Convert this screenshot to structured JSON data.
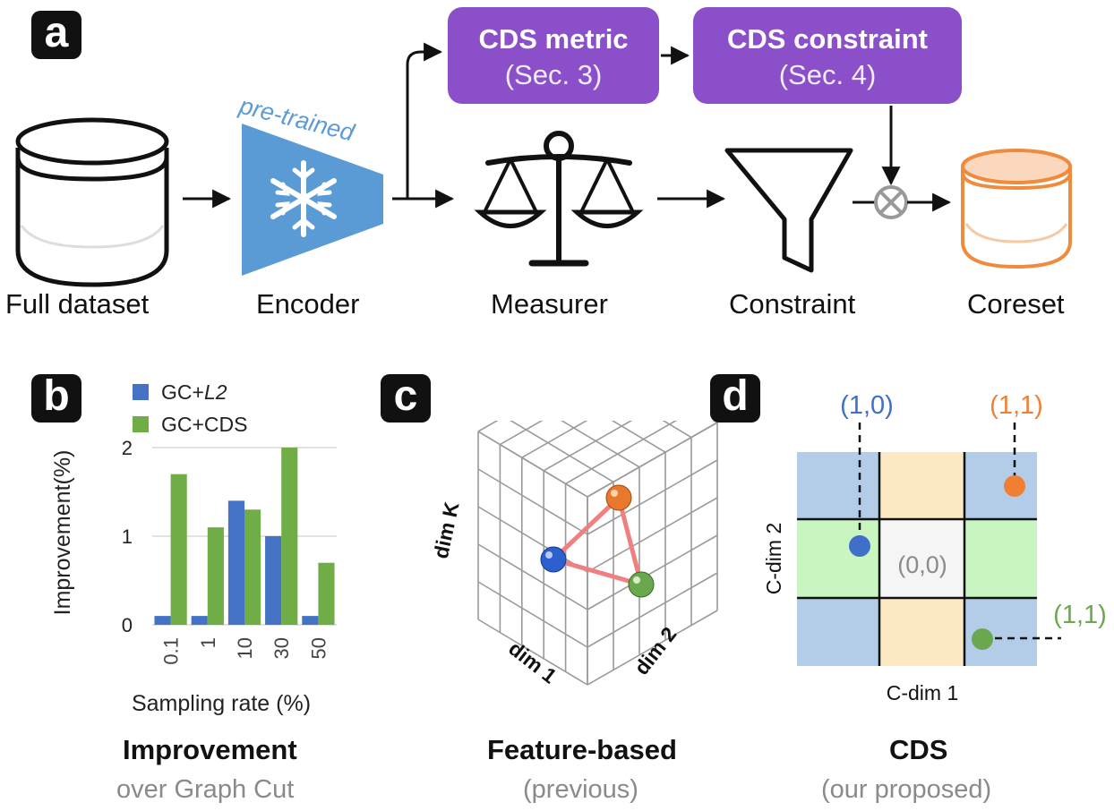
{
  "panel_a": {
    "badge": "a",
    "stages": {
      "full_dataset": "Full dataset",
      "encoder": "Encoder",
      "measurer": "Measurer",
      "constraint": "Constraint",
      "coreset": "Coreset"
    },
    "encoder_tag": "pre-trained",
    "metric_box": {
      "title": "CDS metric",
      "ref": "(Sec. 3)"
    },
    "constraint_box": {
      "title": "CDS constraint",
      "ref": "(Sec. 4)"
    },
    "colors": {
      "purple": "#8a4fc9",
      "encoder_blue": "#5b9bd5",
      "coreset_orange": "#f08a3c"
    }
  },
  "panel_b": {
    "badge": "b",
    "caption_bold": "Improvement",
    "caption_sub": "over Graph Cut"
  },
  "chart_data": {
    "type": "bar",
    "categories": [
      "0.1",
      "1",
      "10",
      "30",
      "50"
    ],
    "series": [
      {
        "name": "GC+L2",
        "values": [
          0.1,
          0.1,
          1.4,
          1.0,
          0.1
        ],
        "color": "#4472c4"
      },
      {
        "name": "GC+CDS",
        "values": [
          1.7,
          1.1,
          1.3,
          2.0,
          0.7
        ],
        "color": "#70ad47"
      }
    ],
    "legend_labels": {
      "gc": "GC+",
      "l2": "L2",
      "cds": "GC+CDS"
    },
    "xlabel": "Sampling rate (%)",
    "ylabel": "Improvement(%)",
    "yticks": [
      "0",
      "1",
      "2"
    ],
    "ylim": [
      0,
      2
    ],
    "grid": true,
    "legend": "top"
  },
  "panel_c": {
    "badge": "c",
    "axis_k": "dim K",
    "axis_1": "dim 1",
    "axis_2": "dim 2",
    "caption_bold": "Feature-based",
    "caption_sub": "(previous)"
  },
  "panel_d": {
    "badge": "d",
    "label_blue": "(1,0)",
    "label_orange": "(1,1)",
    "label_center": "(0,0)",
    "label_green": "(1,1)",
    "xlabel": "C-dim 1",
    "ylabel": "C-dim 2",
    "caption_bold": "CDS",
    "caption_sub": "(our proposed)",
    "colors": {
      "blue_cell": "#b3cde8",
      "tan_cell": "#fce9c3",
      "green_cell": "#c8f5c0",
      "center_cell": "#f5f5f5",
      "blue_dot": "#3f6fc9",
      "orange_dot": "#f07f33",
      "green_dot": "#6aa84f"
    }
  }
}
